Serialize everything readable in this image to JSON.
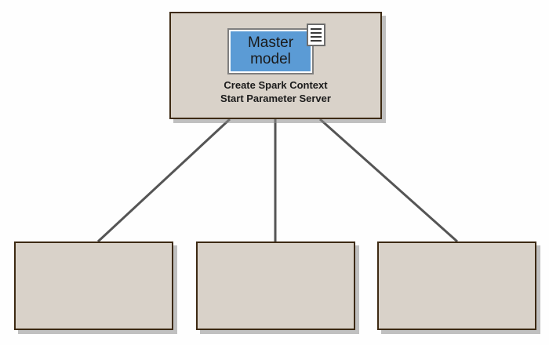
{
  "diagram": {
    "title": "Spark master-worker architecture diagram",
    "background_color": "#fefefe",
    "node_fill_color": "#d9d2c9",
    "node_border_color": "#3d2a13",
    "accent_color": "#5b9bd5",
    "connector_color": "#555555",
    "nodes": [
      {
        "id": "master",
        "name": "master-node",
        "caption_line_1": "Create Spark Context",
        "caption_line_2": "Start Parameter Server",
        "inner": {
          "label_line_1": "Master",
          "label_line_2": "model",
          "fill": "#5b9bd5"
        },
        "badge_icon": "document-icon"
      },
      {
        "id": "worker-1",
        "name": "worker-node-1",
        "caption_line_1": "",
        "caption_line_2": ""
      },
      {
        "id": "worker-2",
        "name": "worker-node-2",
        "caption_line_1": "",
        "caption_line_2": ""
      },
      {
        "id": "worker-3",
        "name": "worker-node-3",
        "caption_line_1": "",
        "caption_line_2": ""
      }
    ],
    "connectors": [
      {
        "name": "connector-master-to-worker-1",
        "from": "master",
        "to": "worker-1"
      },
      {
        "name": "connector-master-to-worker-2",
        "from": "master",
        "to": "worker-2"
      },
      {
        "name": "connector-master-to-worker-3",
        "from": "master",
        "to": "worker-3"
      }
    ]
  }
}
